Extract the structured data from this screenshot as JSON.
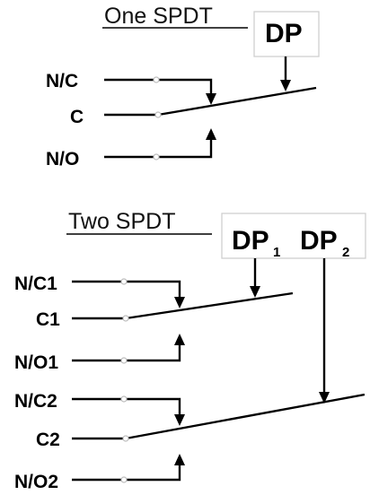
{
  "one_spdt": {
    "title": "One SPDT",
    "dp_label": "DP",
    "terminals": {
      "nc": "N/C",
      "c": "C",
      "no": "N/O"
    }
  },
  "two_spdt": {
    "title": "Two SPDT",
    "dp1_main": "DP",
    "dp1_sub": "1",
    "dp2_main": "DP",
    "dp2_sub": "2",
    "switch1": {
      "nc": "N/C1",
      "c": "C1",
      "no": "N/O1"
    },
    "switch2": {
      "nc": "N/C2",
      "c": "C2",
      "no": "N/O2"
    }
  }
}
